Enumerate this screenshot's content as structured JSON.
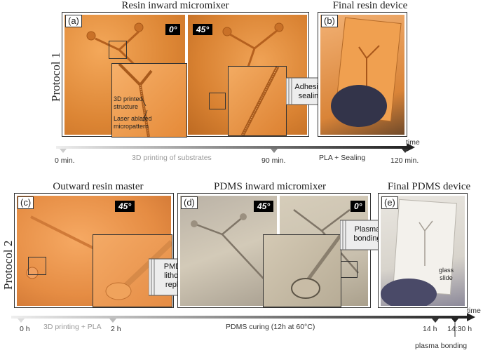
{
  "protocol1": {
    "side_label": "Protocol 1",
    "resin_inward_title": "Resin inward micromixer",
    "final_resin_title": "Final resin device",
    "panel_a_label": "(a)",
    "panel_b_label": "(b)",
    "angle_0": "0°",
    "angle_45": "45°",
    "callout_structure_1": "3D printed",
    "callout_structure_2": "structure",
    "callout_laser_1": "Laser ablated",
    "callout_laser_2": "micropattern",
    "arrow_1": "Adhesive",
    "arrow_2": "sealing",
    "timeline": {
      "axis_label": "time",
      "t0": "0 min.",
      "phase1": "3D printing of substrates",
      "t1": "90 min.",
      "phase2": "PLA + Sealing",
      "t2": "120 min."
    }
  },
  "protocol2": {
    "side_label": "Protocol 2",
    "outward_title": "Outward resin master",
    "pdms_inward_title": "PDMS inward micromixer",
    "final_pdms_title": "Final PDMS device",
    "panel_c_label": "(c)",
    "panel_d_label": "(d)",
    "panel_e_label": "(e)",
    "angle_45": "45°",
    "angle_0": "0°",
    "arrow_c_1": "PMDS Soft",
    "arrow_c_2": "lithography",
    "arrow_c_3": "replication",
    "arrow_d_1": "Plasma",
    "arrow_d_2": "bonding",
    "glass_1": "glass",
    "glass_2": "slide",
    "timeline": {
      "axis_label": "time",
      "t0": "0 h",
      "phase1": "3D printing + PLA",
      "t1": "2 h",
      "phase2": "PDMS curing (12h at 60°C)",
      "t2": "14 h",
      "t3": "14:30 h",
      "note": "plasma bonding"
    }
  },
  "colors": {
    "resin_orange": "#e8933e",
    "pdms_gray": "#c9bfae",
    "arrow_fill": "#ededed"
  }
}
